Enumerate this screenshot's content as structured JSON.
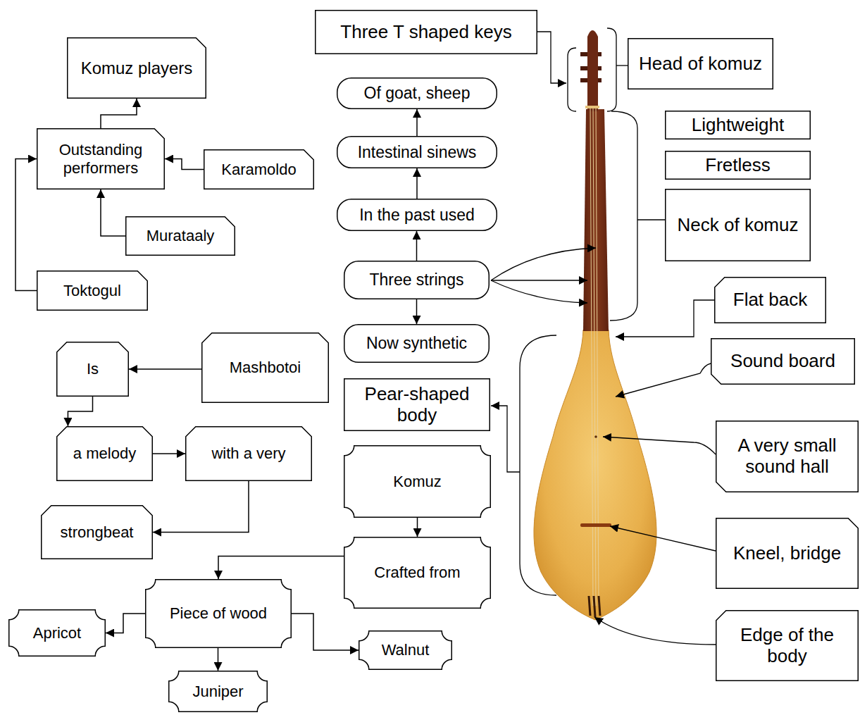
{
  "diagram": {
    "nodes": [
      {
        "text": [
          "Three T shaped keys"
        ]
      },
      {
        "text": [
          "Head of komuz"
        ]
      },
      {
        "text": [
          "Komuz players"
        ]
      },
      {
        "text": [
          "Of goat, sheep"
        ]
      },
      {
        "text": [
          "Lightweight"
        ]
      },
      {
        "text": [
          "Outstanding performers"
        ]
      },
      {
        "text": [
          "Intestinal sinews"
        ]
      },
      {
        "text": [
          "Fretless"
        ]
      },
      {
        "text": [
          "Karamoldo"
        ]
      },
      {
        "text": [
          "Neck of komuz"
        ]
      },
      {
        "text": [
          "In the past used"
        ]
      },
      {
        "text": [
          "Murataaly"
        ]
      },
      {
        "text": [
          "Three strings"
        ]
      },
      {
        "text": [
          "Toktogul"
        ]
      },
      {
        "text": [
          "Flat back"
        ]
      },
      {
        "text": [
          "Now synthetic"
        ]
      },
      {
        "text": [
          "Is"
        ]
      },
      {
        "text": [
          "Mashbotoi"
        ]
      },
      {
        "text": [
          "Sound board"
        ]
      },
      {
        "text": [
          "Pear-shaped body"
        ]
      },
      {
        "text": [
          "a melody"
        ]
      },
      {
        "text": [
          "with a very"
        ]
      },
      {
        "text": [
          "A very small sound hall"
        ]
      },
      {
        "text": [
          "Komuz"
        ]
      },
      {
        "text": [
          "strongbeat"
        ]
      },
      {
        "text": [
          "Kneel, bridge"
        ]
      },
      {
        "text": [
          "Crafted from"
        ]
      },
      {
        "text": [
          "Piece of wood"
        ]
      },
      {
        "text": [
          "Apricot"
        ]
      },
      {
        "text": [
          "Edge of the body"
        ]
      },
      {
        "text": [
          "Walnut"
        ]
      },
      {
        "text": [
          "Juniper"
        ]
      }
    ],
    "edges": [
      {
        "from": 8,
        "to": 5,
        "arrow": "to"
      },
      {
        "from": 11,
        "to": 5,
        "arrow": "to"
      },
      {
        "from": 13,
        "to": 5,
        "arrow": "to"
      },
      {
        "from": 5,
        "to": 2,
        "arrow": "to"
      },
      {
        "from": 12,
        "to": 10,
        "arrow": "to"
      },
      {
        "from": 10,
        "to": 6,
        "arrow": "to"
      },
      {
        "from": 6,
        "to": 3,
        "arrow": "to"
      },
      {
        "from": 12,
        "to": 15,
        "arrow": "to"
      },
      {
        "from": 17,
        "to": 16,
        "arrow": "to"
      },
      {
        "from": 16,
        "to": 20,
        "arrow": "to"
      },
      {
        "from": 20,
        "to": 21,
        "arrow": "to"
      },
      {
        "from": 21,
        "to": 24,
        "arrow": "to"
      },
      {
        "from": 23,
        "to": 26,
        "arrow": "to"
      },
      {
        "from": 26,
        "to": 27,
        "arrow": "to"
      },
      {
        "from": 27,
        "to": 28,
        "arrow": "to"
      },
      {
        "from": 27,
        "to": 30,
        "arrow": "to"
      },
      {
        "from": 27,
        "to": 31,
        "arrow": "to"
      }
    ]
  }
}
